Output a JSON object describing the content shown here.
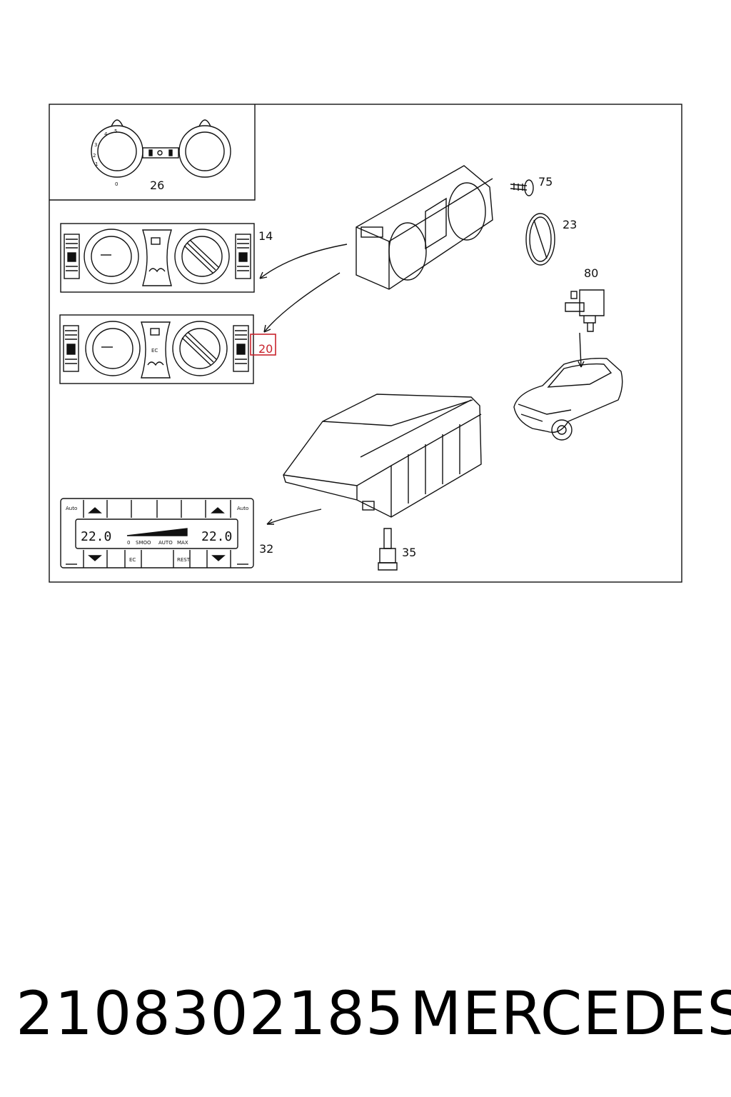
{
  "callouts": {
    "c26": "26",
    "c14": "14",
    "c20": "20",
    "c75": "75",
    "c23": "23",
    "c80": "80",
    "c32": "32",
    "c35": "35"
  },
  "highlight_color": "#c8232c",
  "dial_numbers": [
    "0",
    "1",
    "2",
    "3",
    "4",
    "5"
  ],
  "panel_labels": {
    "ec": "EC",
    "auto": "Auto",
    "rest": "REST"
  },
  "display": {
    "left_temp": "22.0",
    "right_temp": "22.0",
    "scale_labels": [
      "0",
      "SMOO",
      "AUTO",
      "MAX"
    ]
  },
  "caption": {
    "part_number": "2108302185",
    "brand": "MERCEDES"
  }
}
